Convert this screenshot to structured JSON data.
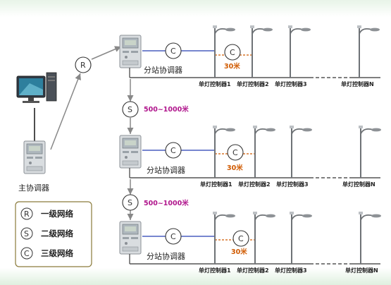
{
  "master_label": "主协调器",
  "distance_label": "30米",
  "range_label": "500~1000米",
  "substations": [
    {
      "label": "分站协调器",
      "controllers": [
        "单灯控制器1",
        "单灯控制器2",
        "单灯控制器3",
        "单灯控制器N"
      ]
    },
    {
      "label": "分站协调器",
      "controllers": [
        "单灯控制器1",
        "单灯控制器2",
        "单灯控制器3",
        "单灯控制器N"
      ]
    },
    {
      "label": "分站协调器",
      "controllers": [
        "单灯控制器1",
        "单灯控制器2",
        "单灯控制器3",
        "单灯控制器N"
      ]
    }
  ],
  "network_letters": {
    "r": "R",
    "s": "S",
    "c": "C"
  },
  "legend": [
    {
      "letter": "R",
      "text": "一级网络"
    },
    {
      "letter": "S",
      "text": "二级网络"
    },
    {
      "letter": "C",
      "text": "三级网络"
    }
  ],
  "colors": {
    "purple": "#b0158c",
    "orange": "#d05a00",
    "link_blue": "#4a5fbf",
    "gray_arrow": "#888888"
  }
}
